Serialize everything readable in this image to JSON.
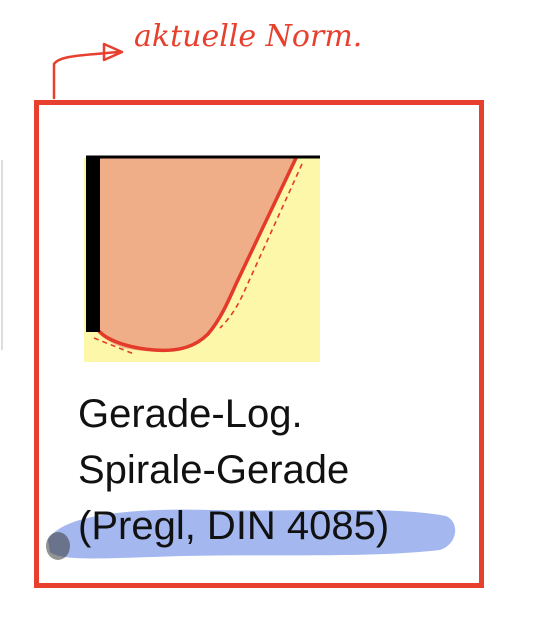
{
  "handwritten_note": {
    "text": "aktuelle Norm.",
    "color": "#e8402e"
  },
  "frame": {
    "color": "#e8402e"
  },
  "diagram": {
    "colors": {
      "background": "#fcf7a9",
      "profile_fill": "#efad88",
      "profile_line": "#e43a2a",
      "wall": "#000000"
    }
  },
  "caption": {
    "line1": "Gerade-Log.",
    "line2": "Spirale-Gerade",
    "line3": "(Pregl, DIN 4085)"
  },
  "highlight": {
    "color": "#9fb4ee"
  }
}
